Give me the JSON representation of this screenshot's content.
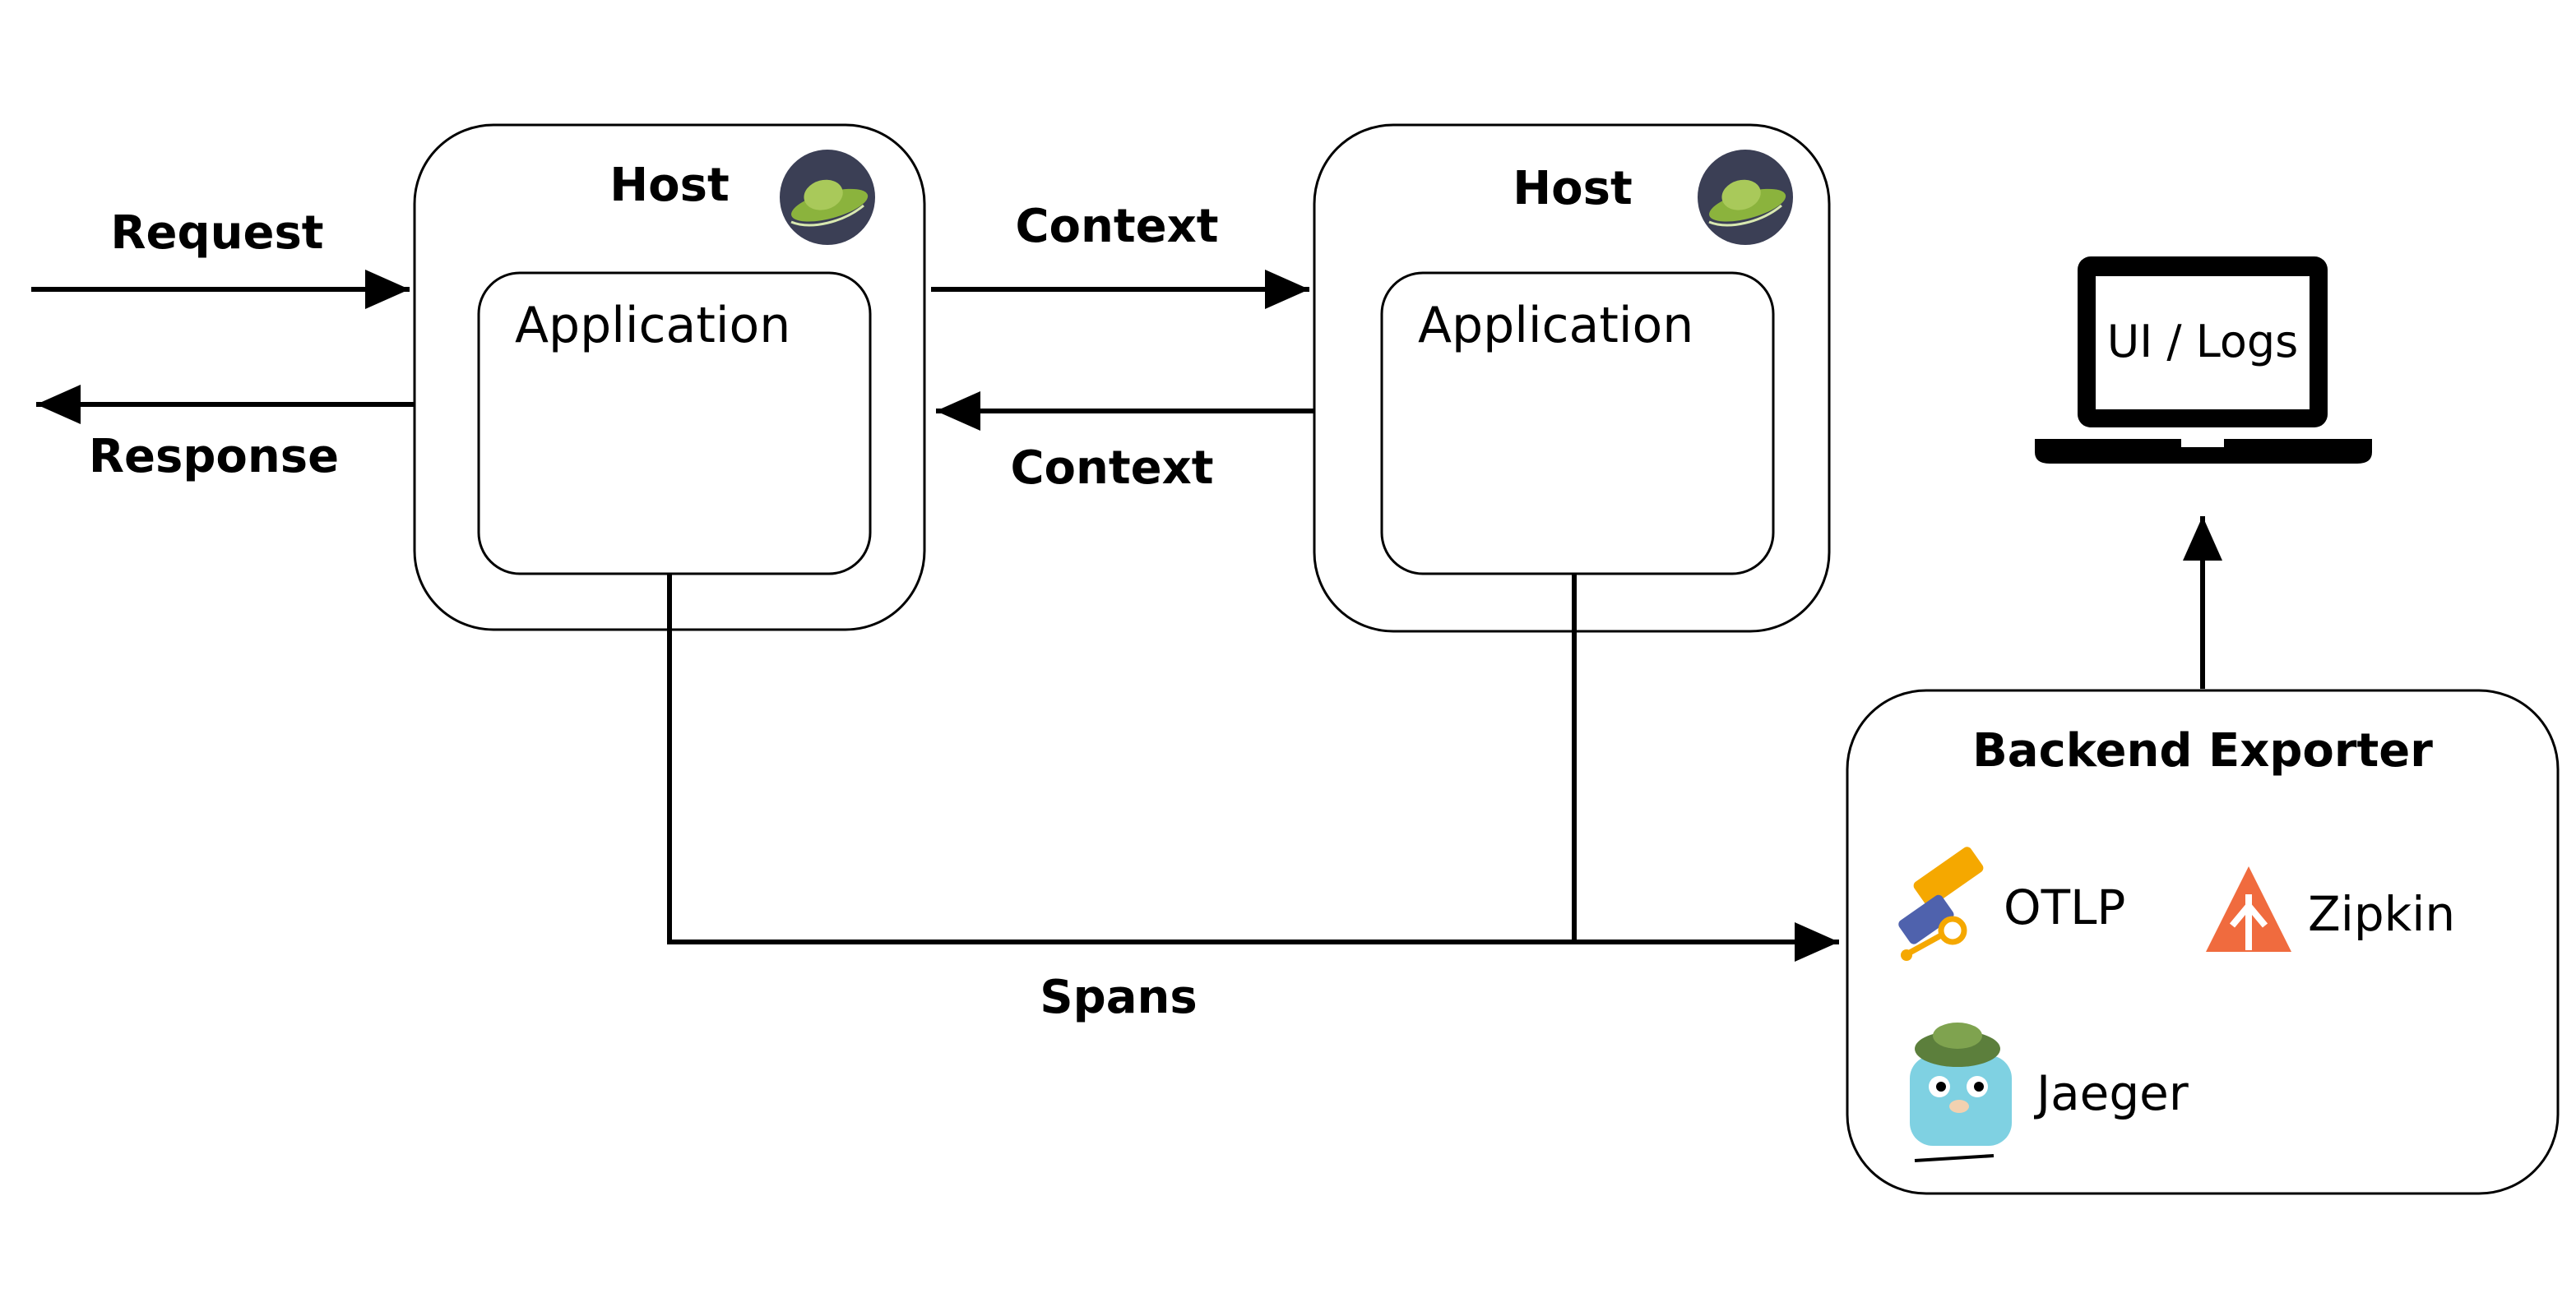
{
  "hosts": [
    {
      "title": "Host",
      "app_label": "Application"
    },
    {
      "title": "Host",
      "app_label": "Application"
    }
  ],
  "flows": {
    "request": "Request",
    "response": "Response",
    "context_forward": "Context",
    "context_back": "Context",
    "spans": "Spans"
  },
  "monitor": {
    "label": "UI / Logs"
  },
  "backend": {
    "title": "Backend Exporter",
    "exporters": [
      {
        "name": "OTLP",
        "icon": "otlp-telescope-icon"
      },
      {
        "name": "Zipkin",
        "icon": "zipkin-icon"
      },
      {
        "name": "Jaeger",
        "icon": "jaeger-gopher-icon"
      }
    ]
  },
  "colors": {
    "stroke": "#000000",
    "otlp_blue": "#4f62ad",
    "otlp_orange": "#f5a800",
    "zipkin_orange": "#f06b3e",
    "jaeger_blue": "#7fd1e2",
    "jaeger_green": "#5c7f3c",
    "ufo_dark": "#3b3f55",
    "ufo_green": "#8bb33d"
  }
}
